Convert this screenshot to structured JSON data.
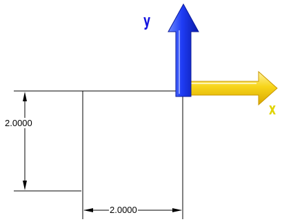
{
  "axes": {
    "y_label": "y",
    "x_label": "x",
    "y_color": "#1a1aff",
    "x_color": "#f5dc00"
  },
  "dimensions": {
    "vertical": "2.0000",
    "horizontal": "2.0000"
  }
}
